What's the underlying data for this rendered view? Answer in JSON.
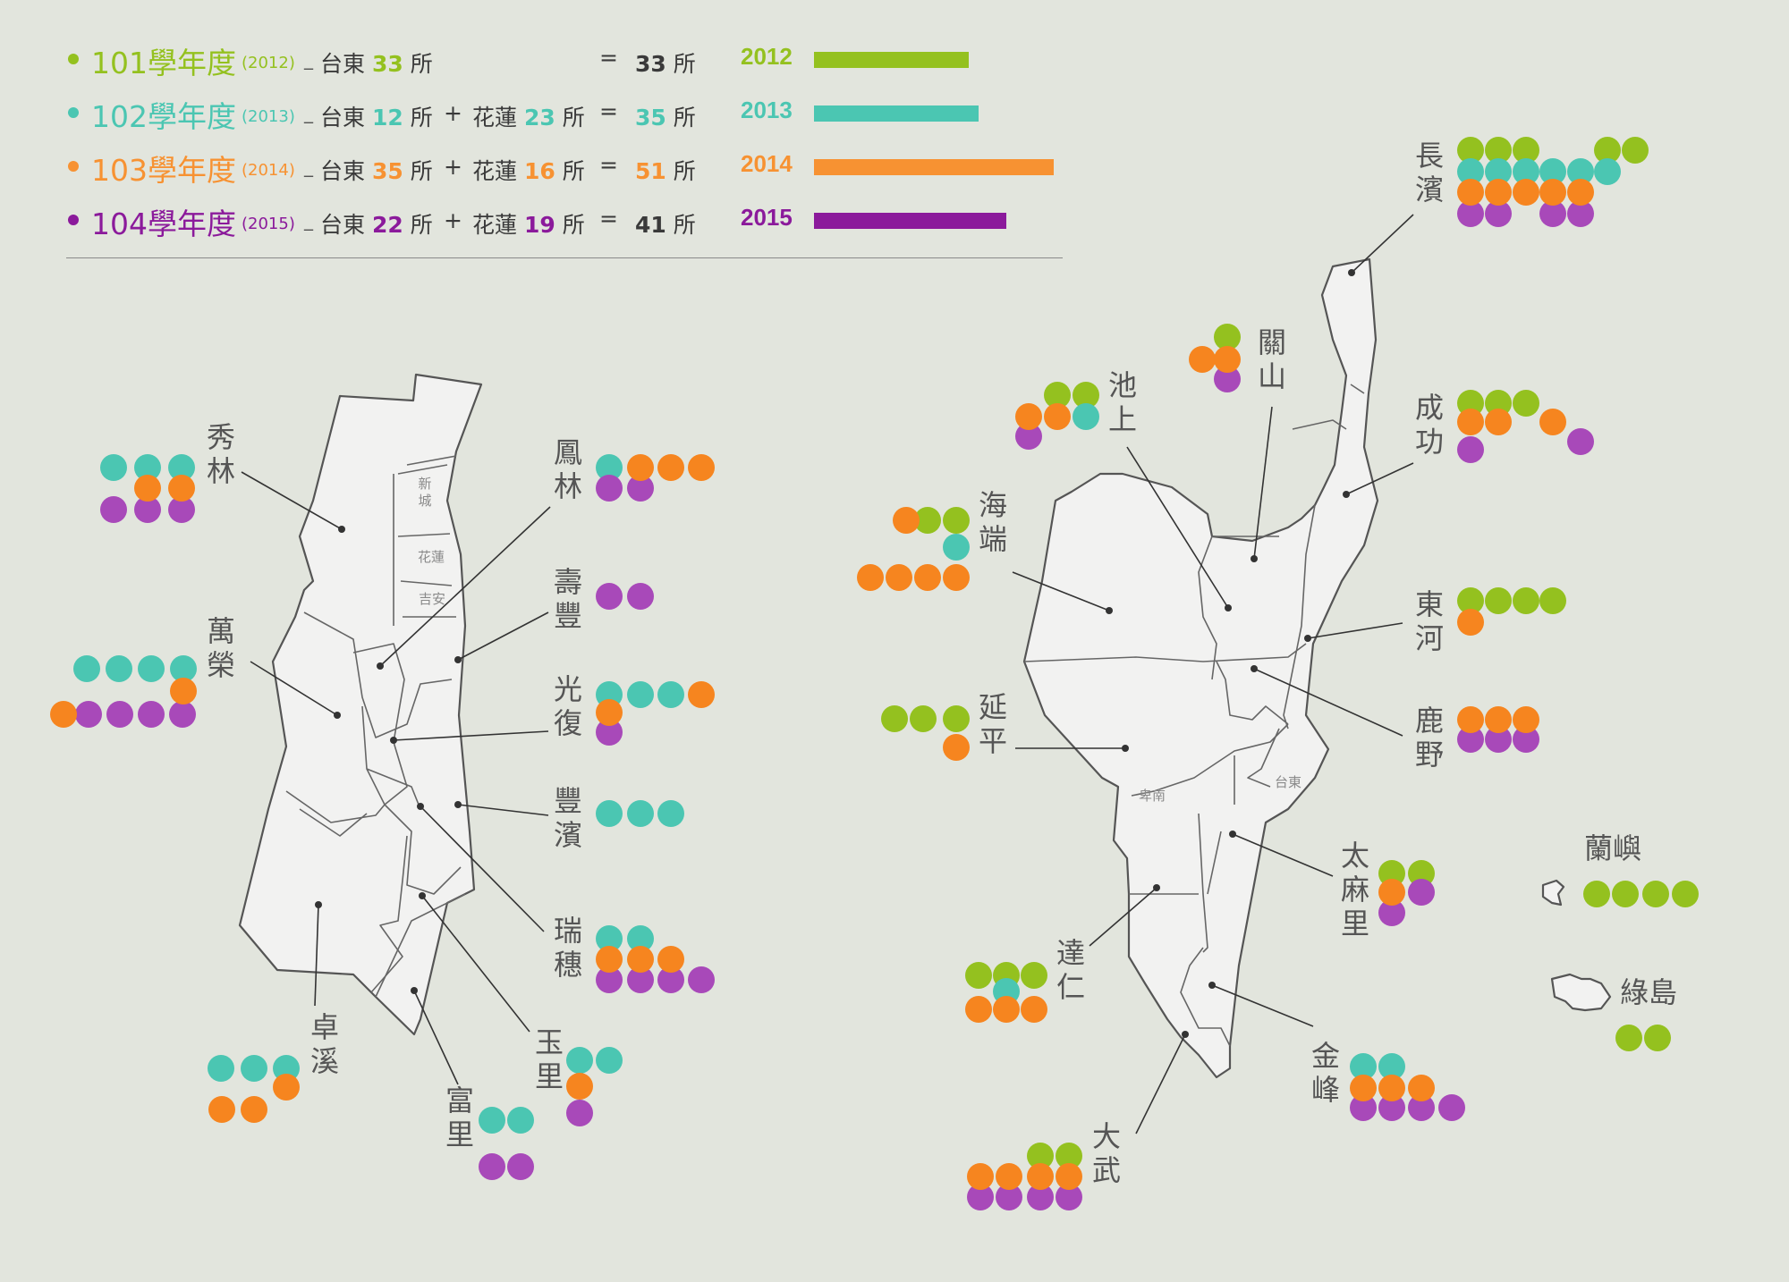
{
  "colors": {
    "y2012": "#94c11f",
    "y2013": "#4bc6b2",
    "y2014": "#f79232",
    "y2015": "#8b1a9b",
    "dot2012": "#94c11f",
    "dot2013": "#4bc6b2",
    "dot2014": "#f6851f",
    "dot2015": "#a849b9",
    "region_fill": "#f2f2f1",
    "region_stroke": "#555555"
  },
  "legend": [
    {
      "year_label": "101學年度",
      "year_paren": "(2012)",
      "parts": [
        {
          "place": "台東",
          "count": "33",
          "unit": "所"
        }
      ],
      "total": "33",
      "total_unit": "所",
      "bar_year": "2012",
      "bar_value": 33,
      "total_colored": false,
      "color_key": "y2012"
    },
    {
      "year_label": "102學年度",
      "year_paren": "(2013)",
      "parts": [
        {
          "place": "台東",
          "count": "12",
          "unit": "所"
        },
        {
          "place": "花蓮",
          "count": "23",
          "unit": "所"
        }
      ],
      "total": "35",
      "total_unit": "所",
      "bar_year": "2013",
      "bar_value": 35,
      "total_colored": true,
      "color_key": "y2013"
    },
    {
      "year_label": "103學年度",
      "year_paren": "(2014)",
      "parts": [
        {
          "place": "台東",
          "count": "35",
          "unit": "所"
        },
        {
          "place": "花蓮",
          "count": "16",
          "unit": "所"
        }
      ],
      "total": "51",
      "total_unit": "所",
      "bar_year": "2014",
      "bar_value": 51,
      "total_colored": true,
      "color_key": "y2014"
    },
    {
      "year_label": "104學年度",
      "year_paren": "(2015)",
      "parts": [
        {
          "place": "台東",
          "count": "22",
          "unit": "所"
        },
        {
          "place": "花蓮",
          "count": "19",
          "unit": "所"
        }
      ],
      "total": "41",
      "total_unit": "所",
      "bar_year": "2015",
      "bar_value": 41,
      "total_colored": false,
      "color_key": "y2015"
    }
  ],
  "legend_symbols": {
    "sep": "_",
    "plus": "+",
    "eq": "="
  },
  "bar_max": 51,
  "hualien_small_labels": [
    "新城",
    "花蓮",
    "吉安"
  ],
  "taitung_small_labels": [
    "卑南",
    "台東"
  ],
  "towns": [
    {
      "name": "秀林",
      "county": "花蓮",
      "schools": {
        "2012": 0,
        "2013": 3,
        "2014": 2,
        "2015": 3
      }
    },
    {
      "name": "萬榮",
      "county": "花蓮",
      "schools": {
        "2012": 0,
        "2013": 4,
        "2014": 2,
        "2015": 4
      }
    },
    {
      "name": "卓溪",
      "county": "花蓮",
      "schools": {
        "2012": 0,
        "2013": 3,
        "2014": 3,
        "2015": 0
      }
    },
    {
      "name": "富里",
      "county": "花蓮",
      "schools": {
        "2012": 0,
        "2013": 2,
        "2014": 0,
        "2015": 2
      }
    },
    {
      "name": "玉里",
      "county": "花蓮",
      "schools": {
        "2012": 0,
        "2013": 2,
        "2014": 1,
        "2015": 1
      }
    },
    {
      "name": "鳳林",
      "county": "花蓮",
      "schools": {
        "2012": 0,
        "2013": 1,
        "2014": 3,
        "2015": 2
      }
    },
    {
      "name": "壽豐",
      "county": "花蓮",
      "schools": {
        "2012": 0,
        "2013": 0,
        "2014": 0,
        "2015": 2
      }
    },
    {
      "name": "光復",
      "county": "花蓮",
      "schools": {
        "2012": 0,
        "2013": 3,
        "2014": 2,
        "2015": 1
      }
    },
    {
      "name": "豐濱",
      "county": "花蓮",
      "schools": {
        "2012": 0,
        "2013": 3,
        "2014": 0,
        "2015": 0
      }
    },
    {
      "name": "瑞穗",
      "county": "花蓮",
      "schools": {
        "2012": 0,
        "2013": 2,
        "2014": 3,
        "2015": 4
      }
    },
    {
      "name": "長濱",
      "county": "台東",
      "schools": {
        "2012": 5,
        "2013": 6,
        "2014": 5,
        "2015": 4
      }
    },
    {
      "name": "關山",
      "county": "台東",
      "schools": {
        "2012": 1,
        "2013": 0,
        "2014": 2,
        "2015": 1
      }
    },
    {
      "name": "池上",
      "county": "台東",
      "schools": {
        "2012": 2,
        "2013": 1,
        "2014": 2,
        "2015": 1
      }
    },
    {
      "name": "海端",
      "county": "台東",
      "schools": {
        "2012": 2,
        "2013": 1,
        "2014": 5,
        "2015": 0
      }
    },
    {
      "name": "成功",
      "county": "台東",
      "schools": {
        "2012": 3,
        "2013": 0,
        "2014": 3,
        "2015": 2
      }
    },
    {
      "name": "東河",
      "county": "台東",
      "schools": {
        "2012": 4,
        "2013": 0,
        "2014": 1,
        "2015": 0
      }
    },
    {
      "name": "延平",
      "county": "台東",
      "schools": {
        "2012": 3,
        "2013": 0,
        "2014": 1,
        "2015": 0
      }
    },
    {
      "name": "鹿野",
      "county": "台東",
      "schools": {
        "2012": 0,
        "2013": 0,
        "2014": 3,
        "2015": 3
      }
    },
    {
      "name": "太麻里",
      "county": "台東",
      "schools": {
        "2012": 2,
        "2013": 0,
        "2014": 1,
        "2015": 2
      }
    },
    {
      "name": "蘭嶼",
      "county": "台東",
      "schools": {
        "2012": 4,
        "2013": 0,
        "2014": 0,
        "2015": 0
      }
    },
    {
      "name": "綠島",
      "county": "台東",
      "schools": {
        "2012": 2,
        "2013": 0,
        "2014": 0,
        "2015": 0
      }
    },
    {
      "name": "達仁",
      "county": "台東",
      "schools": {
        "2012": 3,
        "2013": 1,
        "2014": 3,
        "2015": 0
      }
    },
    {
      "name": "金峰",
      "county": "台東",
      "schools": {
        "2012": 0,
        "2013": 2,
        "2014": 3,
        "2015": 4
      }
    },
    {
      "name": "大武",
      "county": "台東",
      "schools": {
        "2012": 2,
        "2013": 0,
        "2014": 4,
        "2015": 4
      }
    }
  ]
}
